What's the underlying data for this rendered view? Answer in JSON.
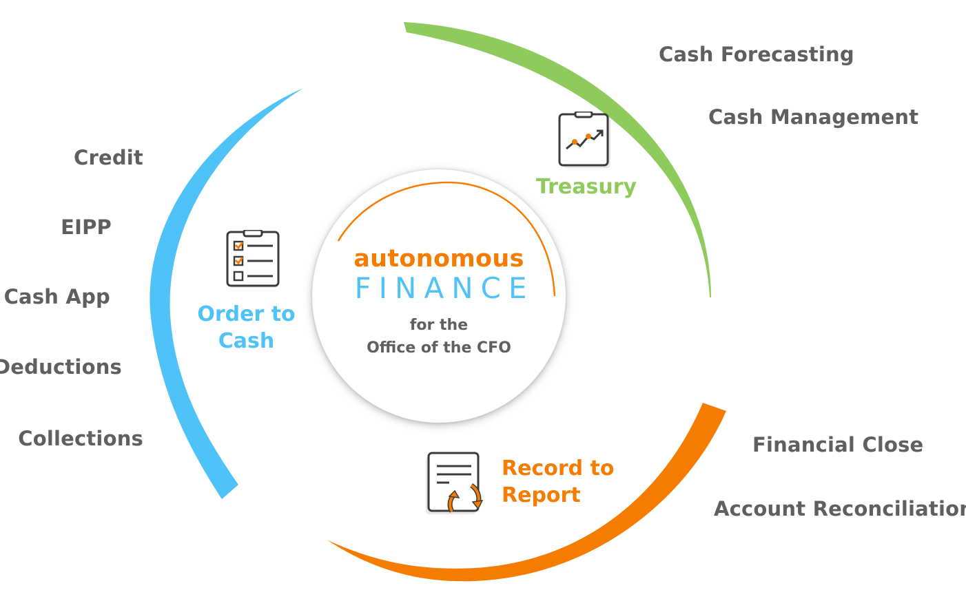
{
  "center": {
    "brand_line1": "autonomous",
    "brand_line2": "FINANCE",
    "subtitle_line1": "for the",
    "subtitle_line2": "Office of the CFO"
  },
  "sections": {
    "order_to_cash": {
      "line1": "Order to",
      "line2": "Cash",
      "color": "#4fc3f7",
      "icon": "checklist-clipboard-icon"
    },
    "treasury": {
      "label": "Treasury",
      "color": "#8ecb5c",
      "icon": "chart-clipboard-icon"
    },
    "record_to_report": {
      "line1": "Record to",
      "line2": "Report",
      "color": "#f57c00",
      "icon": "document-refresh-icon"
    }
  },
  "order_to_cash_items": [
    "Credit",
    "EIPP",
    "Cash App",
    "Deductions",
    "Collections"
  ],
  "treasury_items": [
    "Cash Forecasting",
    "Cash Management"
  ],
  "record_to_report_items": [
    "Financial Close",
    "Account Reconciliation"
  ],
  "colors": {
    "text": "#5f5f5f",
    "orange": "#f57c00",
    "blue": "#4fc3f7",
    "green": "#8ecb5c"
  }
}
